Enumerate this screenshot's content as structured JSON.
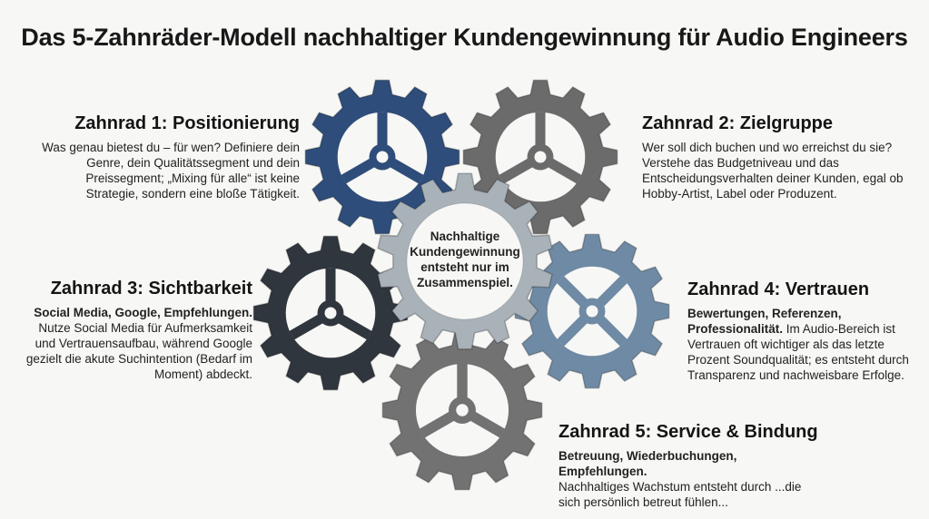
{
  "title": "Das 5-Zahnräder-Modell nachhaltiger Kundengewinnung für Audio Engineers",
  "center_text": "Nachhaltige Kundengewinnung entsteht nur im Zusammenspiel.",
  "gears": [
    {
      "heading": "Zahnrad 1: Positionierung",
      "lead": "",
      "text": "Was genau bietest du – für wen? Definiere dein Genre, dein Qualitätssegment und dein Preissegment; „Mixing für alle“ ist keine Strategie, sondern eine bloße Tätigkeit.",
      "color": "#2e4d7a"
    },
    {
      "heading": "Zahnrad 2: Zielgruppe",
      "lead": "",
      "text": "Wer soll dich buchen und wo erreichst du sie? Verstehe das Budgetniveau und das Entscheidungsverhalten deiner Kunden, egal ob Hobby-Artist, Label oder Produzent.",
      "color": "#6b6b6b"
    },
    {
      "heading": "Zahnrad 3: Sichtbarkeit",
      "lead": "Social Media, Google, Empfehlungen.",
      "text": "Nutze Social Media für Aufmerksamkeit und Vertrauensaufbau, während Google gezielt die akute Suchintention (Bedarf im Moment) abdeckt.",
      "color": "#30363d"
    },
    {
      "heading": "Zahnrad 4: Vertrauen",
      "lead": "Bewertungen, Referenzen, Professionalität.",
      "text": "Im Audio-Bereich ist Vertrauen oft wichtiger als das letzte Prozent Soundqualität; es entsteht durch Transparenz und nachweisbare Erfolge.",
      "color": "#6f8aa4"
    },
    {
      "heading": "Zahnrad 5: Service & Bindung",
      "lead": "Betreuung, Wiederbuchungen, Empfehlungen.",
      "text": "Nachhaltiges Wachstum entsteht durch ...die sich persönlich betreut fühlen...",
      "color": "#727272"
    }
  ],
  "center_gear_color": "#a9b1b9"
}
